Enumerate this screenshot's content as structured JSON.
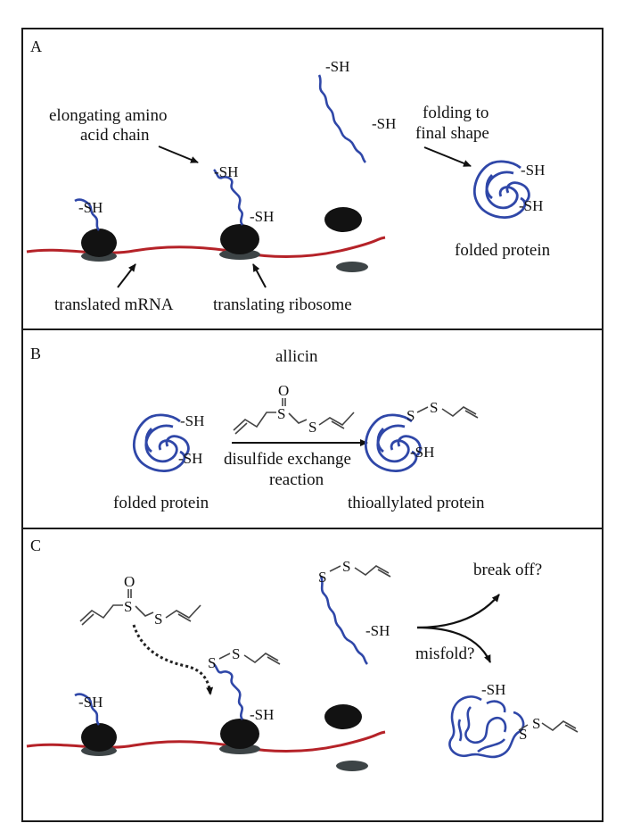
{
  "colors": {
    "chain": "#2f47a8",
    "mrna": "#b52228",
    "ribosome": "#121212",
    "ribosome_small": "#3d4446",
    "chemical": "#444444",
    "frame": "#1a1a1a"
  },
  "panels": {
    "A": {
      "letter": "A",
      "sh_left": "-SH",
      "sh_mid_top": "-SH",
      "sh_mid_bottom": "-SH",
      "sh_free_top": "-SH",
      "sh_free_bottom": "-SH",
      "sh_folded_top": "-SH",
      "sh_folded_bottom": "-SH",
      "elongating_line1": "elongating amino",
      "elongating_line2": "acid chain",
      "folding_line1": "folding to",
      "folding_line2": "final shape",
      "folded_protein": "folded protein",
      "translated_mrna": "translated mRNA",
      "translating_ribosome": "translating ribosome"
    },
    "B": {
      "letter": "B",
      "allicin": "allicin",
      "allicin_o": "O",
      "allicin_s1": "S",
      "allicin_s2": "S",
      "sh_top": "-SH",
      "sh_bottom": "-SH",
      "reaction_line1": "disulfide exchange",
      "reaction_line2": "reaction",
      "folded_protein": "folded protein",
      "product_s1": "S",
      "product_s2": "S",
      "product_sh": "-SH",
      "thioallylated_protein": "thioallylated protein"
    },
    "C": {
      "letter": "C",
      "allicin_o": "O",
      "allicin_s1": "S",
      "allicin_s2": "S",
      "sh_left": "-SH",
      "mid_s1": "S",
      "mid_s2": "S",
      "mid_sh": "-SH",
      "free_s1": "S",
      "free_s2": "S",
      "free_sh": "-SH",
      "break_off": "break off?",
      "misfold": "misfold?",
      "misfold_sh": "-SH",
      "misfold_s1": "S",
      "misfold_s2": "S"
    }
  }
}
